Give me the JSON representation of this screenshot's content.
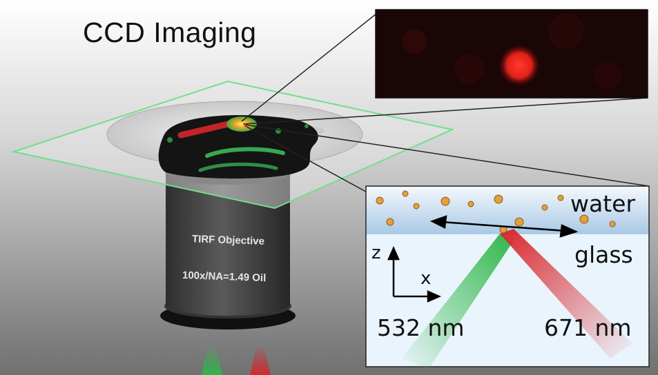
{
  "title": "CCD Imaging",
  "objective": {
    "name": "TIRF Objective",
    "spec": "100x/NA=1.49 Oil"
  },
  "inset": {
    "medium_top": "water",
    "medium_bottom": "glass",
    "axis_z": "z",
    "axis_x": "x",
    "beam_green": "532 nm",
    "beam_red": "671 nm"
  },
  "colors": {
    "green_laser": "#2fb84a",
    "red_laser": "#d8262b",
    "particle": "#e3a03b",
    "water_blue": "#b8d4ea",
    "glass_blue": "#e6f2fb",
    "ccd_background": "#1a0606"
  }
}
